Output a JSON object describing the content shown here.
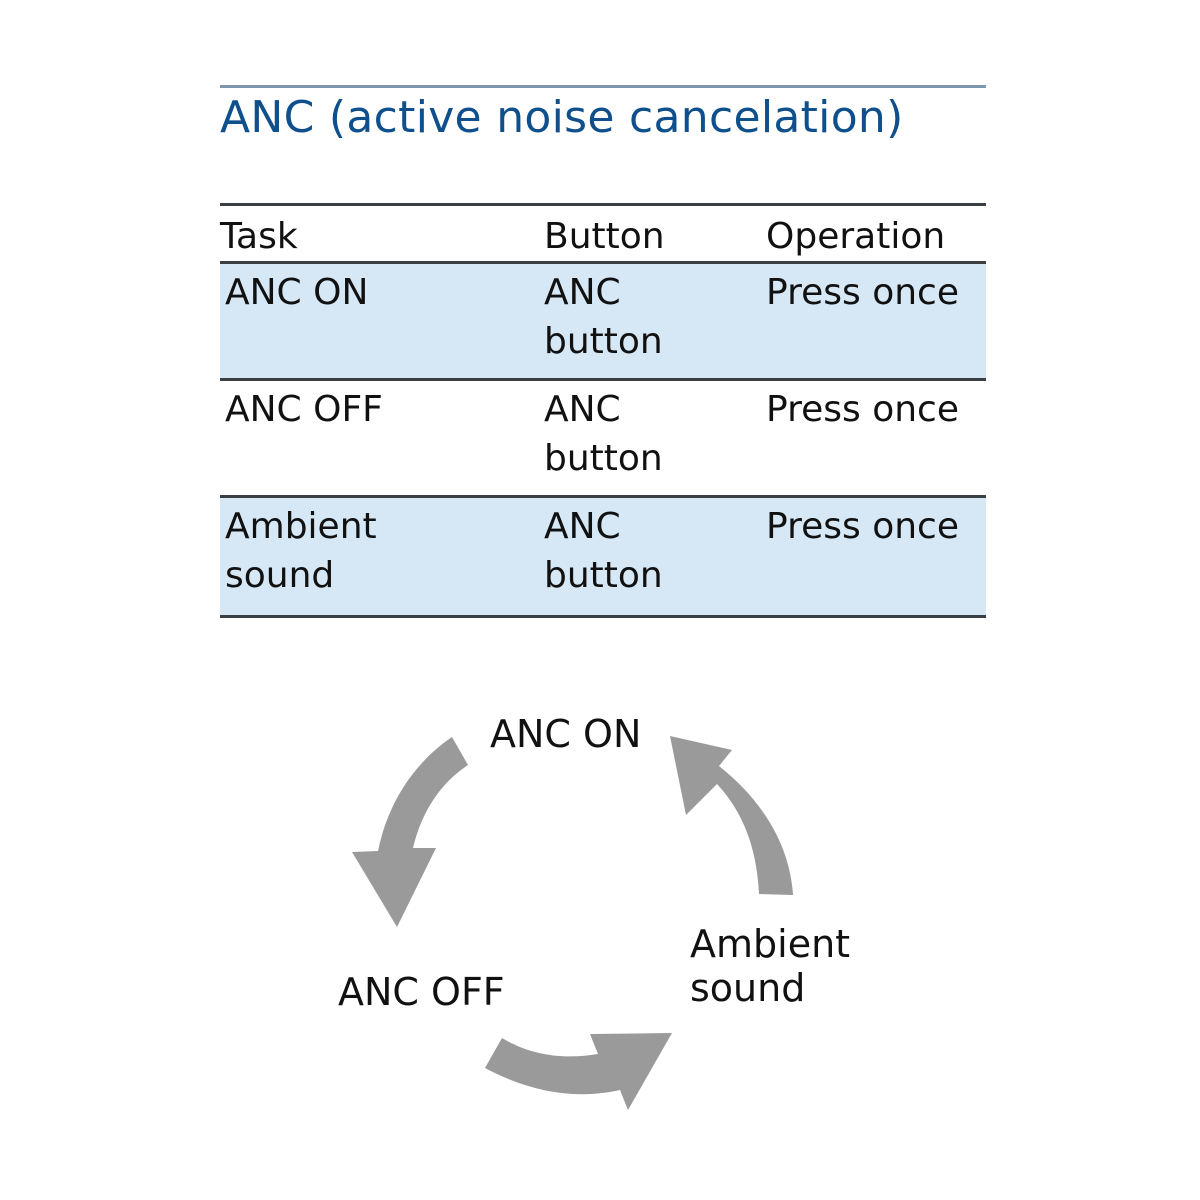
{
  "title": "ANC (active noise cancelation)",
  "colors": {
    "title": "#0e4f8c",
    "row_shade": "#d6e8f6",
    "arrow": "#9a9a9a"
  },
  "table": {
    "headers": [
      "Task",
      "Button",
      "Operation"
    ],
    "rows": [
      {
        "task": "ANC ON",
        "button": "ANC\nbutton",
        "operation": "Press once",
        "shaded": true
      },
      {
        "task": "ANC OFF",
        "button": "ANC\nbutton",
        "operation": "Press once",
        "shaded": false
      },
      {
        "task": "Ambient\nsound",
        "button": "ANC\nbutton",
        "operation": "Press once",
        "shaded": true
      }
    ]
  },
  "cycle": {
    "states": [
      "ANC ON",
      "ANC OFF",
      "Ambient\nsound"
    ],
    "arrows": [
      {
        "from": "ANC ON",
        "to": "ANC OFF",
        "icon": "curved-arrow-icon"
      },
      {
        "from": "ANC OFF",
        "to": "Ambient sound",
        "icon": "curved-arrow-icon"
      },
      {
        "from": "Ambient sound",
        "to": "ANC ON",
        "icon": "curved-arrow-icon"
      }
    ]
  }
}
